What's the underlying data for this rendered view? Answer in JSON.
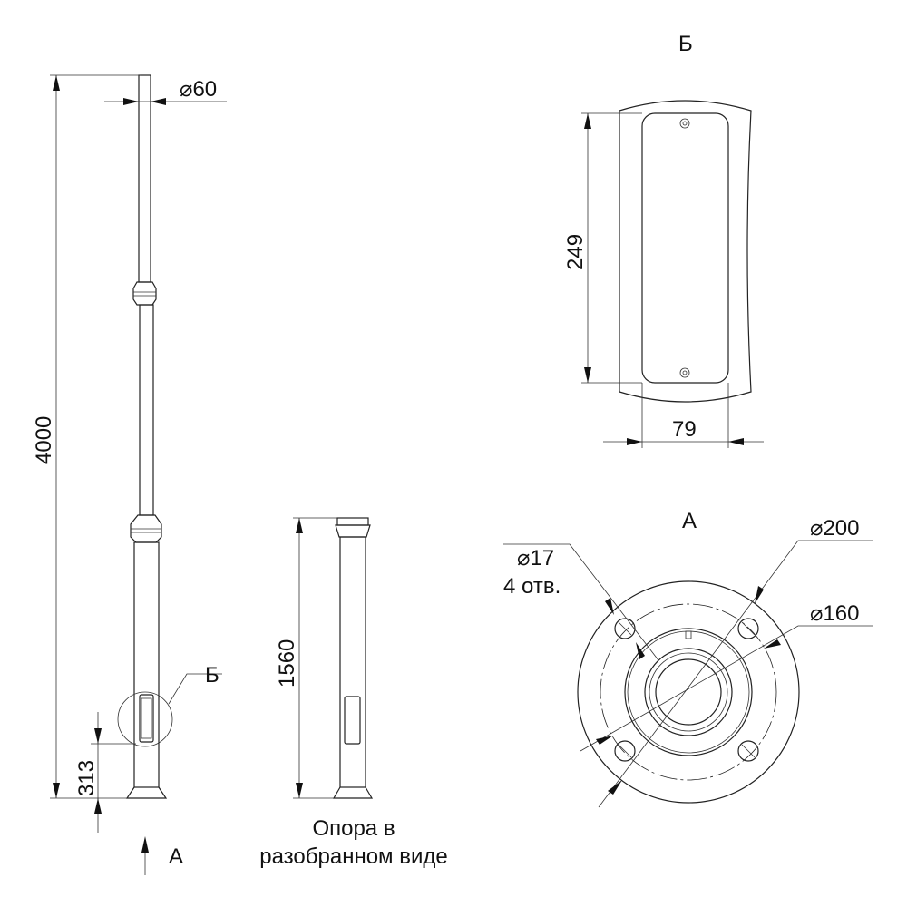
{
  "view_b": {
    "title": "Б",
    "height_dim": "249",
    "width_dim": "79"
  },
  "view_a": {
    "title": "А",
    "outer_dia": "⌀200",
    "bolt_circle_dia": "⌀160",
    "hole_dia": "⌀17",
    "hole_count": "4 отв."
  },
  "pole": {
    "top_dia": "⌀60",
    "total_height": "4000",
    "door_height": "313",
    "detail_callout": "Б",
    "view_arrow": "А"
  },
  "disassembled": {
    "height": "1560",
    "caption_line1": "Опора в",
    "caption_line2": "разобранном виде"
  }
}
